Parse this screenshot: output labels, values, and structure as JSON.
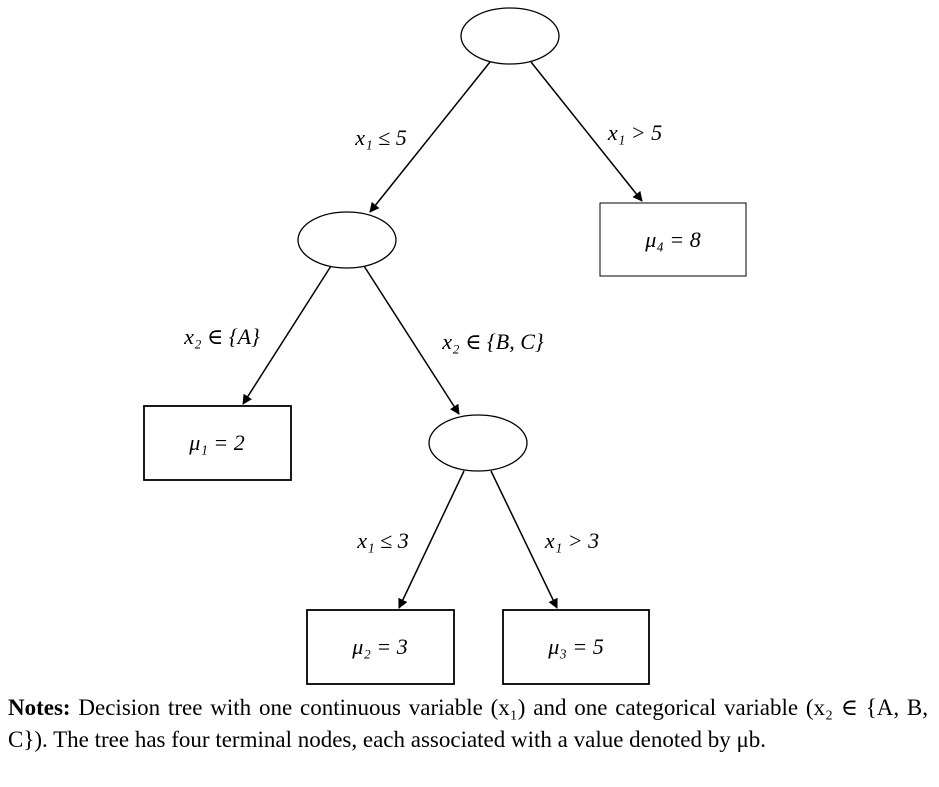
{
  "tree": {
    "edges": [
      {
        "label": "x₁ ≤ 5"
      },
      {
        "label": "x₁ > 5"
      },
      {
        "label": "x₂ ∈ {A}"
      },
      {
        "label": "x₂ ∈ {B, C}"
      },
      {
        "label": "x₁ ≤ 3"
      },
      {
        "label": "x₁ > 3"
      }
    ],
    "leaves": [
      {
        "label": "μ₄ = 8"
      },
      {
        "label": "μ₁ = 2"
      },
      {
        "label": "μ₂ = 3"
      },
      {
        "label": "μ₃ = 5"
      }
    ]
  },
  "notes": {
    "heading": "Notes:",
    "text": " Decision tree with one continuous variable (x₁) and one categorical variable (x₂ ∈ {A, B, C}). The tree has four terminal nodes, each associated with a value denoted by μb."
  }
}
